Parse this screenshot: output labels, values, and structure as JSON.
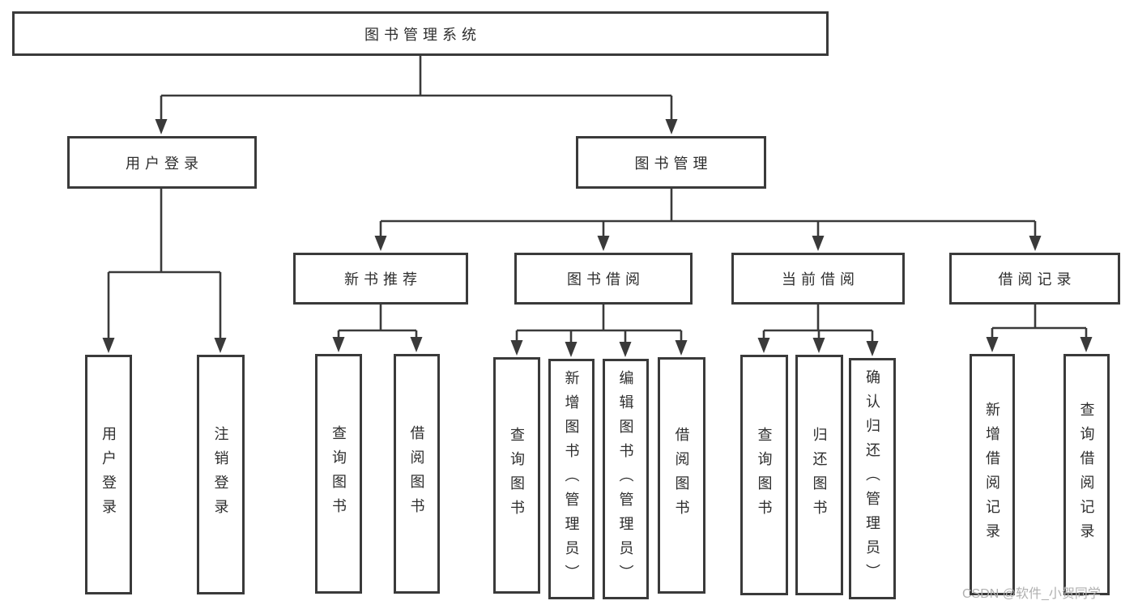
{
  "tree": {
    "root": {
      "label": "图书管理系统",
      "children": [
        {
          "label": "用户登录",
          "children": [
            {
              "label": "用户登录"
            },
            {
              "label": "注销登录"
            }
          ]
        },
        {
          "label": "图书管理",
          "children": [
            {
              "label": "新书推荐",
              "children": [
                {
                  "label": "查询图书"
                },
                {
                  "label": "借阅图书"
                }
              ]
            },
            {
              "label": "图书借阅",
              "children": [
                {
                  "label": "查询图书"
                },
                {
                  "label": "新增图书（管理员）"
                },
                {
                  "label": "编辑图书（管理员）"
                },
                {
                  "label": "借阅图书"
                }
              ]
            },
            {
              "label": "当前借阅",
              "children": [
                {
                  "label": "查询图书"
                },
                {
                  "label": "归还图书"
                },
                {
                  "label": "确认归还（管理员）"
                }
              ]
            },
            {
              "label": "借阅记录",
              "children": [
                {
                  "label": "新增借阅记录"
                },
                {
                  "label": "查询借阅记录"
                }
              ]
            }
          ]
        }
      ]
    }
  },
  "watermark": "CSDN @软件_小贺同学",
  "colors": {
    "line": "#3a3a3a",
    "text": "#2e2e2e",
    "watermark": "#b0b0b0",
    "bg": "#ffffff"
  }
}
